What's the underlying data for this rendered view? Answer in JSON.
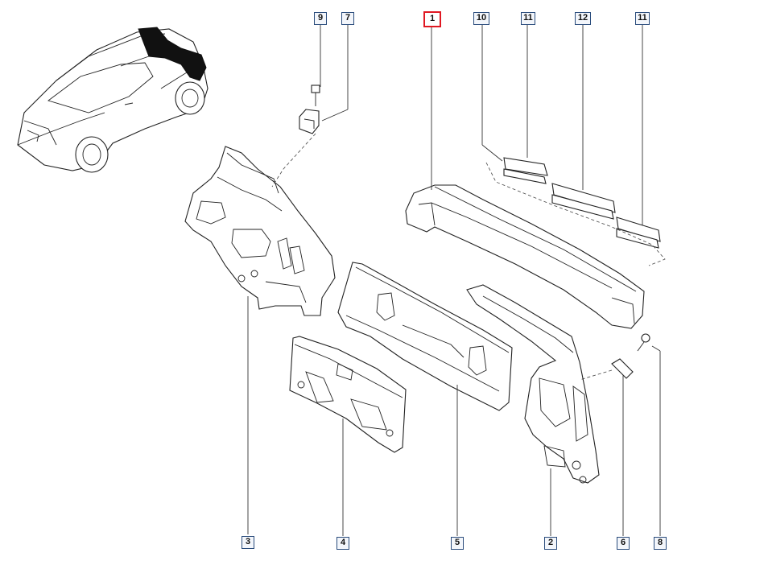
{
  "diagram": {
    "selected_callout": "1",
    "callouts": [
      {
        "id": "c9",
        "label": "9",
        "name": "callout-9"
      },
      {
        "id": "c7",
        "label": "7",
        "name": "callout-7"
      },
      {
        "id": "c1",
        "label": "1",
        "name": "callout-1"
      },
      {
        "id": "c10",
        "label": "10",
        "name": "callout-10"
      },
      {
        "id": "c11a",
        "label": "11",
        "name": "callout-11-left"
      },
      {
        "id": "c12",
        "label": "12",
        "name": "callout-12"
      },
      {
        "id": "c11b",
        "label": "11",
        "name": "callout-11-right"
      },
      {
        "id": "c3",
        "label": "3",
        "name": "callout-3"
      },
      {
        "id": "c4",
        "label": "4",
        "name": "callout-4"
      },
      {
        "id": "c5",
        "label": "5",
        "name": "callout-5"
      },
      {
        "id": "c2",
        "label": "2",
        "name": "callout-2"
      },
      {
        "id": "c6",
        "label": "6",
        "name": "callout-6"
      },
      {
        "id": "c8",
        "label": "8",
        "name": "callout-8"
      }
    ],
    "colors": {
      "callout_border": "#2a4c7c",
      "selected_border": "#e01822",
      "line": "#222222"
    }
  }
}
